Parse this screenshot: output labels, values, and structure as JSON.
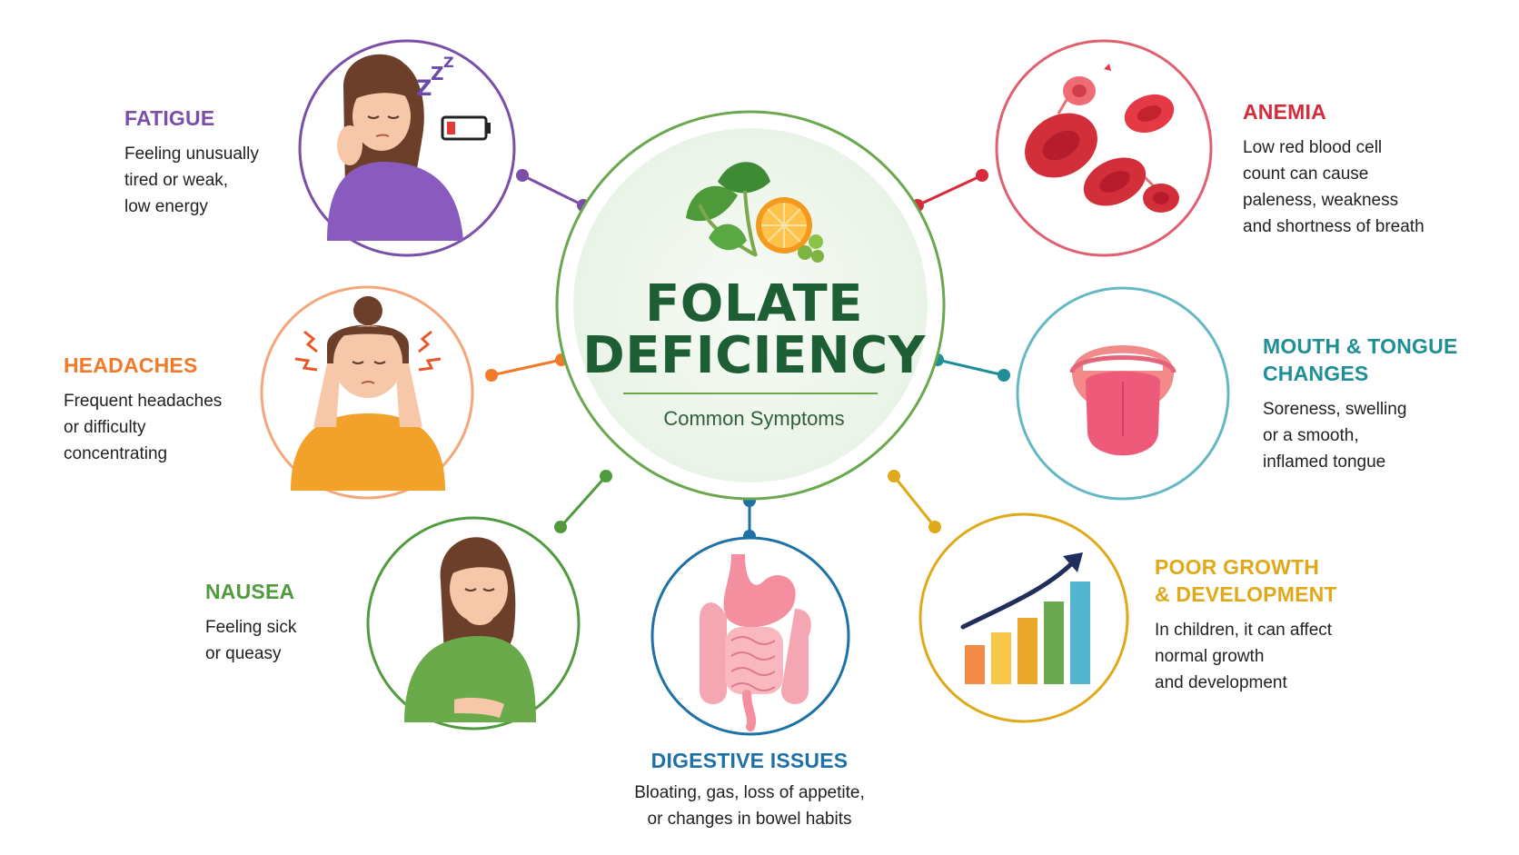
{
  "center": {
    "title_line1": "FOLATE",
    "title_line2": "DEFICIENCY",
    "subtitle": "Common Symptoms"
  },
  "colors": {
    "fatigue": "#7b4ea8",
    "headaches": "#f07a2a",
    "nausea": "#4f9b3e",
    "digestive": "#1d71a6",
    "growth": "#e0a91a",
    "mouth": "#1e8f97",
    "anemia": "#d62b3a",
    "center": "#1d5e35"
  },
  "symptoms": [
    {
      "id": "fatigue",
      "title": "FATIGUE",
      "lines": [
        "Feeling unusually",
        "tired or weak,",
        "low energy"
      ],
      "icon": "tired-woman-icon"
    },
    {
      "id": "headaches",
      "title": "HEADACHES",
      "lines": [
        "Frequent headaches",
        "or difficulty",
        "concentrating"
      ],
      "icon": "headache-woman-icon"
    },
    {
      "id": "nausea",
      "title": "NAUSEA",
      "lines": [
        "Feeling sick",
        "or queasy"
      ],
      "icon": "nauseous-woman-icon"
    },
    {
      "id": "digestive",
      "title": "DIGESTIVE ISSUES",
      "lines": [
        "Bloating, gas, loss of appetite,",
        "or changes in bowel habits"
      ],
      "icon": "digestive-system-icon"
    },
    {
      "id": "growth",
      "title_lines": [
        "POOR GROWTH",
        "& DEVELOPMENT"
      ],
      "lines": [
        "In children, it can affect",
        "normal growth",
        "and development"
      ],
      "icon": "growth-chart-icon"
    },
    {
      "id": "mouth",
      "title_lines": [
        "MOUTH & TONGUE",
        "CHANGES"
      ],
      "lines": [
        "Soreness, swelling",
        "or a smooth,",
        "inflamed tongue"
      ],
      "icon": "tongue-icon"
    },
    {
      "id": "anemia",
      "title": "ANEMIA",
      "lines": [
        "Low red blood cell",
        "count can cause",
        "paleness, weakness",
        "and shortness of breath"
      ],
      "icon": "red-blood-cells-icon"
    }
  ]
}
